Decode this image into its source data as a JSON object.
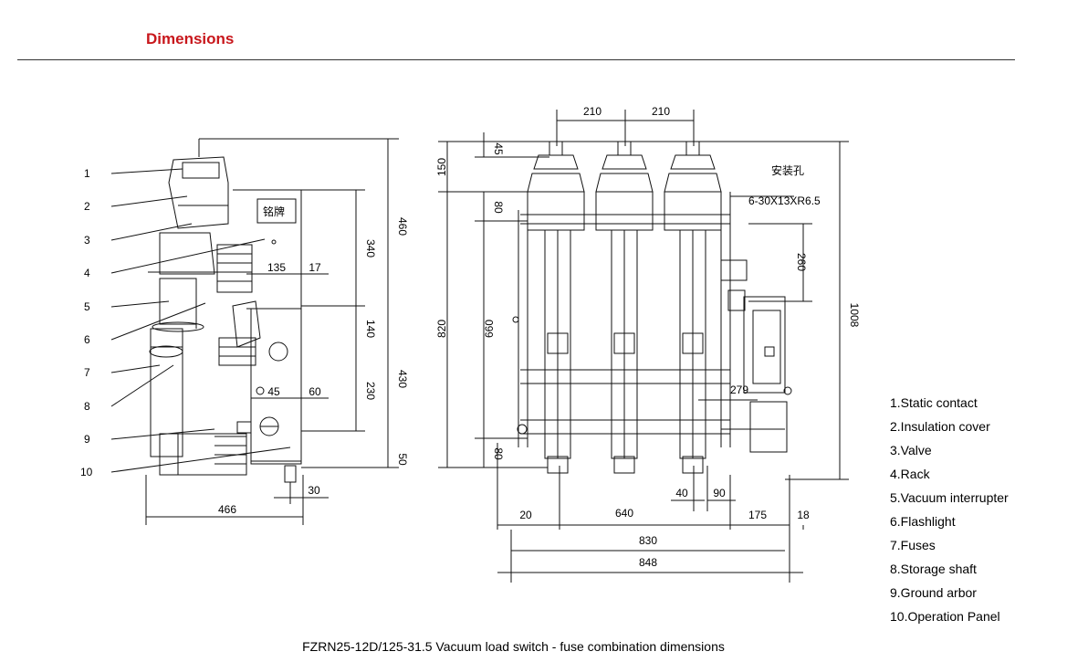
{
  "header": {
    "title": "Dimensions"
  },
  "side_view": {
    "callouts": [
      "1",
      "2",
      "3",
      "4",
      "5",
      "6",
      "7",
      "8",
      "9",
      "10"
    ],
    "nameplate": "铭牌",
    "dims": {
      "d340": "340",
      "d460": "460",
      "d135": "135",
      "d17": "17",
      "d140": "140",
      "d430": "430",
      "d230": "230",
      "d45": "45",
      "d60": "60",
      "d50": "50",
      "d30": "30",
      "d466": "466"
    }
  },
  "front_view": {
    "mount_hole": "安装孔",
    "hole_spec": "6-30X13XR6.5",
    "dims": {
      "d210a": "210",
      "d210b": "210",
      "d45": "45",
      "d150": "150",
      "d80a": "80",
      "d660": "660",
      "d820": "820",
      "d80b": "80",
      "d260": "260",
      "d1008": "1008",
      "d279": "279",
      "d40": "40",
      "d90": "90",
      "d20": "20",
      "d640": "640",
      "d175": "175",
      "d18": "18",
      "d830": "830",
      "d848": "848"
    }
  },
  "legend": [
    "1.Static contact",
    "2.Insulation cover",
    "3.Valve",
    "4.Rack",
    "5.Vacuum interrupter",
    "6.Flashlight",
    "7.Fuses",
    "8.Storage shaft",
    "9.Ground arbor",
    "10.Operation Panel"
  ],
  "caption": "FZRN25-12D/125-31.5 Vacuum load switch - fuse combination dimensions"
}
